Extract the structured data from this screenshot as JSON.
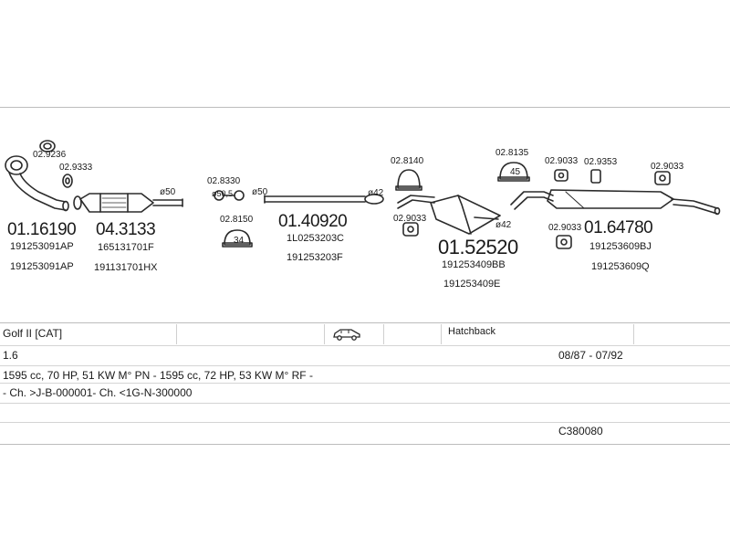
{
  "parts": {
    "p1": {
      "number": "01.16190",
      "oe1": "191253091AP",
      "oe2": "191253091AP"
    },
    "p2": {
      "number": "04.3133",
      "oe1": "165131701F",
      "oe2": "191131701HX"
    },
    "p3": {
      "number": "01.40920",
      "oe1": "1L0253203C",
      "oe2": "191253203F"
    },
    "p4": {
      "number": "01.52520",
      "oe1": "191253409BB",
      "oe2": "191253409E"
    },
    "p5": {
      "number": "01.64780",
      "oe1": "191253609BJ",
      "oe2": "191253609Q"
    }
  },
  "accessories": {
    "a1": "02.9236",
    "a2": "02.9333",
    "a3": "02.8330",
    "a4": "02.8150",
    "a5": "02.8140",
    "a6": "02.9033",
    "a7": "02.8135",
    "a8": "02.9033",
    "a9": "02.9353",
    "a10": "02.9033",
    "a11": "02.9033"
  },
  "dimensions": {
    "d1": "ø50",
    "d2": "ø50,5",
    "d3": "ø50",
    "d4": "ø42",
    "d5": "ø42"
  },
  "badges": {
    "b1": "34",
    "b2": "45"
  },
  "vehicle": {
    "model": "Golf II  [CAT]",
    "body": "Hatchback",
    "engine": "1.6",
    "years": "08/87 - 07/92",
    "specs": "1595 cc, 70 HP, 51 KW M° PN - 1595 cc, 72 HP, 53 KW M° RF -",
    "chassis": "- Ch. >J-B-000001- Ch. <1G-N-300000",
    "code": "C380080"
  },
  "icons": {
    "vehicle_icon": "hatchback-car-icon"
  }
}
